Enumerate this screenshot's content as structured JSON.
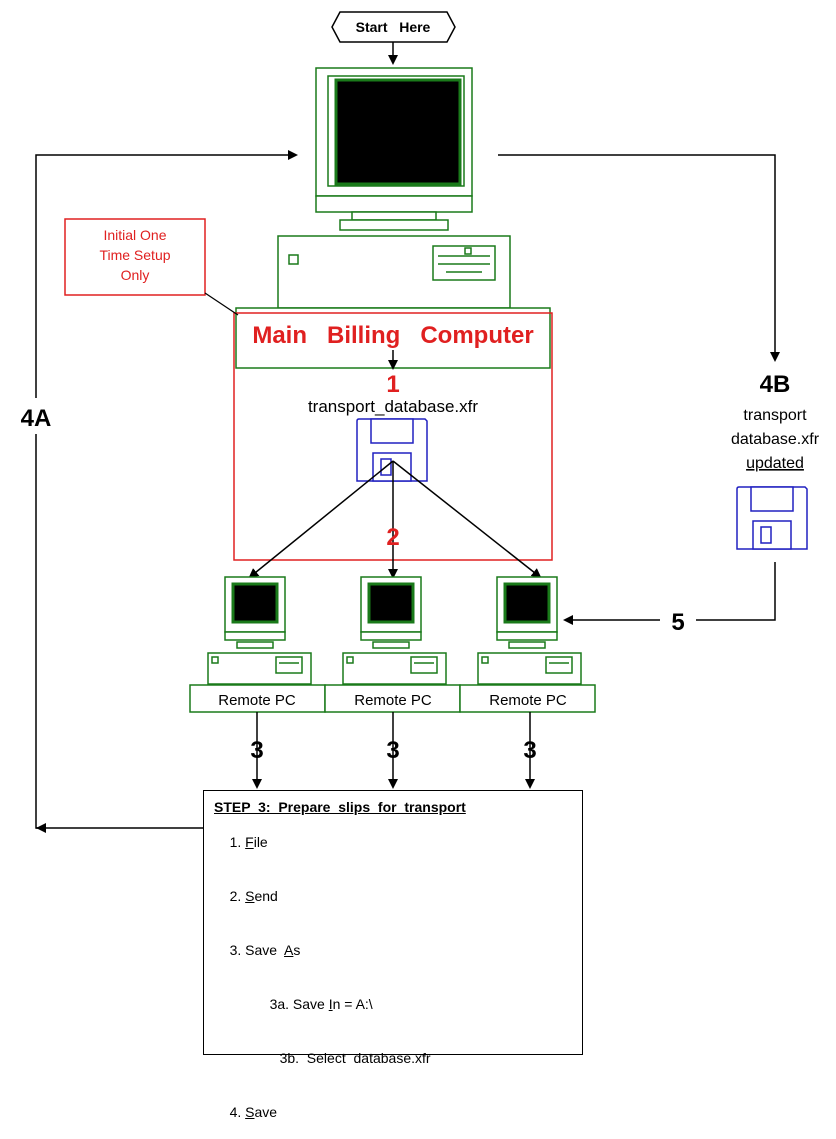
{
  "start_label": "Start   Here",
  "setup_note": [
    "Initial One",
    "Time Setup",
    "Only"
  ],
  "main_computer_label": "Main   Billing   Computer",
  "step1": {
    "number": "1",
    "file": "transport_database.xfr"
  },
  "step2": {
    "number": "2"
  },
  "remote_pcs": [
    "Remote PC",
    "Remote PC",
    "Remote PC"
  ],
  "step3_numbers": [
    "3",
    "3",
    "3"
  ],
  "step4a": "4A",
  "step4b": {
    "number": "4B",
    "lines": [
      "transport",
      "database.xfr",
      "updated"
    ]
  },
  "step5": "5",
  "colors": {
    "green": "#1a7a1a",
    "red": "#e02020",
    "blue": "#2020c0",
    "black": "#000000"
  },
  "step3_box": {
    "title": "STEP  3:  Prepare  slips  for  transport",
    "items": [
      {
        "prefix": "1. ",
        "underline": "F",
        "rest": "ile"
      },
      {
        "prefix": "2. ",
        "underline": "S",
        "rest": "end"
      },
      {
        "prefix": "3. Save  ",
        "underline": "A",
        "rest": "s"
      },
      {
        "prefix": "3a. Save ",
        "underline": "I",
        "rest": "n = A:\\"
      },
      {
        "prefix": "3b.  Select  database.xfr",
        "underline": "",
        "rest": ""
      },
      {
        "prefix": "4. ",
        "underline": "S",
        "rest": "ave"
      }
    ]
  }
}
